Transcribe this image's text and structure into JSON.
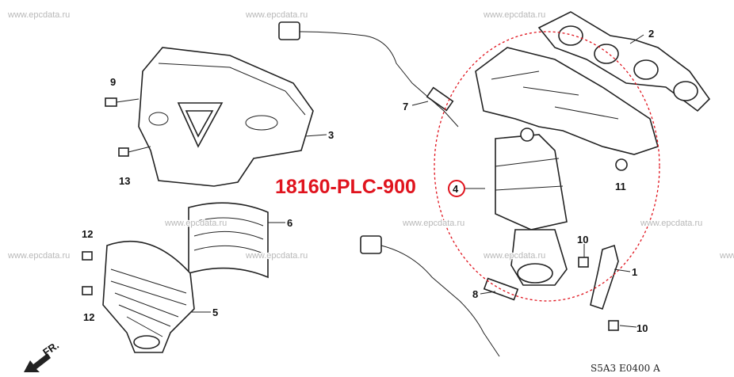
{
  "watermark": "www.epcdata.ru",
  "highlighted_part_number": "18160-PLC-900",
  "highlight_color": "#e0141e",
  "callouts": {
    "c1": "1",
    "c2": "2",
    "c3": "3",
    "c4": "4",
    "c5": "5",
    "c6": "6",
    "c7": "7",
    "c8": "8",
    "c9": "9",
    "c10a": "10",
    "c10b": "10",
    "c11": "11",
    "c12a": "12",
    "c12b": "12",
    "c13": "13"
  },
  "direction_label": "FR.",
  "diagram_code": "S5A3   E0400 A"
}
